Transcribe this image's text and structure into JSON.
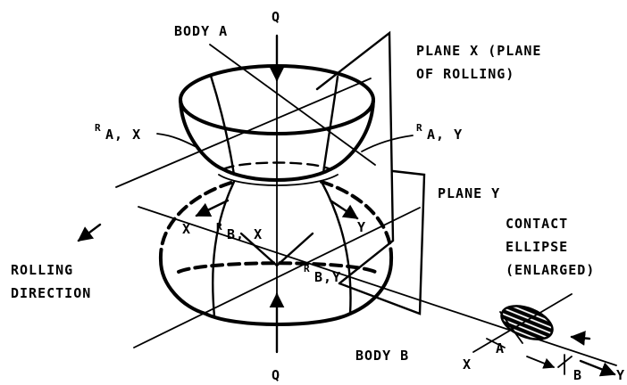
{
  "labels": {
    "body_a": "BODY A",
    "body_b": "BODY B",
    "q_top": "Q",
    "q_bottom": "Q",
    "plane_x_line1": "PLANE X (PLANE",
    "plane_x_line2": "OF ROLLING)",
    "plane_y": "PLANE Y",
    "ra_x": "A, X",
    "ra_x_prefix": "R",
    "ra_y": "A, Y",
    "ra_y_prefix": "R",
    "rb_x": "B, X",
    "rb_x_prefix": "R",
    "rb_y": "B,Y",
    "rb_y_prefix": "R",
    "axis_x": "X",
    "axis_y": "Y",
    "rolling_line1": "ROLLING",
    "rolling_line2": "DIRECTION",
    "contact_line1": "CONTACT",
    "contact_line2": "ELLIPSE",
    "contact_line3": "(ENLARGED)",
    "ellipse_x": "X",
    "ellipse_y": "Y",
    "ellipse_a": "A",
    "ellipse_b": "B"
  }
}
